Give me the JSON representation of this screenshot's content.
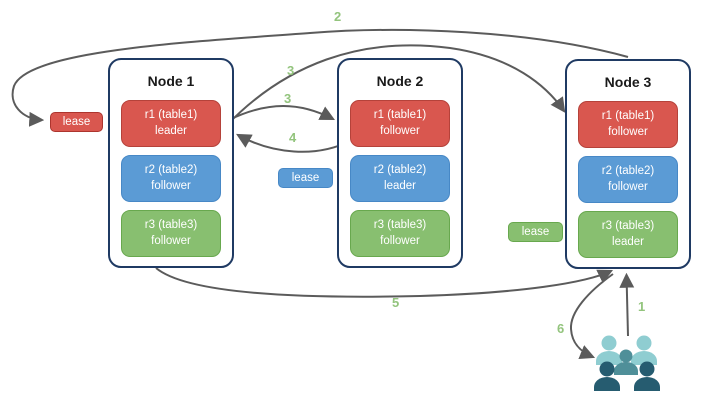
{
  "nodes": [
    {
      "title": "Node 1",
      "replicas": [
        {
          "name": "r1 (table1)",
          "role": "leader",
          "color": "#d9574f"
        },
        {
          "name": "r2 (table2)",
          "role": "follower",
          "color": "#5b9bd5"
        },
        {
          "name": "r3 (table3)",
          "role": "follower",
          "color": "#88bf70"
        }
      ]
    },
    {
      "title": "Node 2",
      "replicas": [
        {
          "name": "r1 (table1)",
          "role": "follower",
          "color": "#d9574f"
        },
        {
          "name": "r2 (table2)",
          "role": "leader",
          "color": "#5b9bd5"
        },
        {
          "name": "r3 (table3)",
          "role": "follower",
          "color": "#88bf70"
        }
      ]
    },
    {
      "title": "Node 3",
      "replicas": [
        {
          "name": "r1 (table1)",
          "role": "follower",
          "color": "#d9574f"
        },
        {
          "name": "r2 (table2)",
          "role": "follower",
          "color": "#5b9bd5"
        },
        {
          "name": "r3 (table3)",
          "role": "leader",
          "color": "#88bf70"
        }
      ]
    }
  ],
  "leases": [
    {
      "label": "lease",
      "color": "#d9574f"
    },
    {
      "label": "lease",
      "color": "#5b9bd5"
    },
    {
      "label": "lease",
      "color": "#88bf70"
    }
  ],
  "arrow_labels": {
    "step1": "1",
    "step2": "2",
    "step3a": "3",
    "step3b": "3",
    "step4": "4",
    "step5": "5",
    "step6": "6"
  },
  "icons": {
    "users": "users-icon"
  },
  "colors": {
    "arrow": "#5b5b5b",
    "step_label": "#93c47d",
    "node_border": "#1f3a63",
    "red": "#d9574f",
    "blue": "#5b9bd5",
    "green": "#88bf70",
    "users_light": "#8fcdd1",
    "users_medium": "#4f8f99",
    "users_dark": "#265c70"
  }
}
